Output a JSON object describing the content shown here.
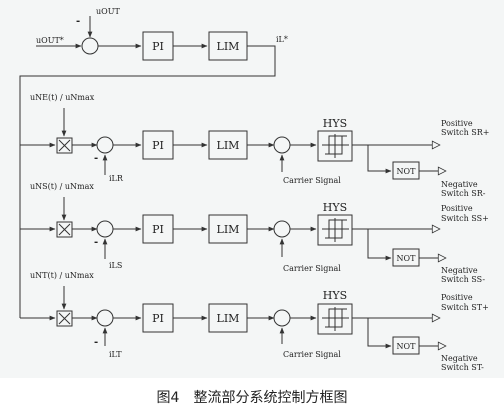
{
  "top": {
    "input_ref": "uOUT*",
    "input_fb": "uOUT",
    "pi": "PI",
    "lim": "LIM",
    "out": "iL*",
    "sign_minus": "-"
  },
  "rows": [
    {
      "ref": "uNE(t) / uNmax",
      "fb": "iLR",
      "pi": "PI",
      "lim": "LIM",
      "carrier": "Carrier Signal",
      "hys": "HYS",
      "not": "NOT",
      "pos1": "Positive",
      "pos2": "Switch SR+",
      "neg1": "Negative",
      "neg2": "Switch SR-",
      "sign_minus": "-"
    },
    {
      "ref": "uNS(t) / uNmax",
      "fb": "iLS",
      "pi": "PI",
      "lim": "LIM",
      "carrier": "Carrier Signal",
      "hys": "HYS",
      "not": "NOT",
      "pos1": "Positive",
      "pos2": "Switch SS+",
      "neg1": "Negative",
      "neg2": "Switch SS-",
      "sign_minus": "-"
    },
    {
      "ref": "uNT(t) / uNmax",
      "fb": "iLT",
      "pi": "PI",
      "lim": "LIM",
      "carrier": "Carrier Signal",
      "hys": "HYS",
      "not": "NOT",
      "pos1": "Positive",
      "pos2": "Switch ST+",
      "neg1": "Negative",
      "neg2": "Switch ST-",
      "sign_minus": "-"
    }
  ],
  "caption": "图4　整流部分系统控制方框图"
}
